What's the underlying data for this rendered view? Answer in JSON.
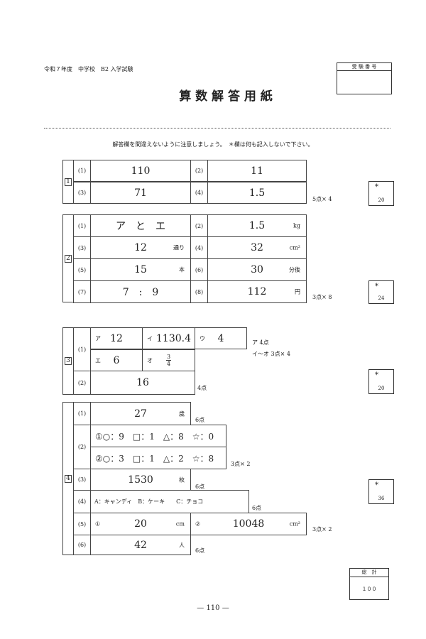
{
  "header": {
    "exam": "令和７年度　中学校　B2 入学試験",
    "title": "算 数 解 答 用 紙",
    "exam_number_label": "受 験 番 号",
    "note": "解答欄を間違えないように注意しましょう。　＊欄は何も記入しないで下さい。"
  },
  "s1": {
    "num": "1",
    "q": [
      {
        "l": "(1)",
        "a": "110"
      },
      {
        "l": "(2)",
        "a": "11"
      },
      {
        "l": "(3)",
        "a": "71"
      },
      {
        "l": "(4)",
        "a": "1.5"
      }
    ],
    "pts": "5点× 4",
    "star": "*",
    "score": "20"
  },
  "s2": {
    "num": "2",
    "q": [
      {
        "l": "(1)",
        "a": "ア　と　エ",
        "u": ""
      },
      {
        "l": "(2)",
        "a": "1.5",
        "u": "kg"
      },
      {
        "l": "(3)",
        "a": "12",
        "u": "通り"
      },
      {
        "l": "(4)",
        "a": "32",
        "u": "cm²"
      },
      {
        "l": "(5)",
        "a": "15",
        "u": "本"
      },
      {
        "l": "(6)",
        "a": "30",
        "u": "分後"
      },
      {
        "l": "(7)",
        "a": "7　:　9",
        "u": ""
      },
      {
        "l": "(8)",
        "a": "112",
        "u": "円"
      }
    ],
    "pts": "3点× 8",
    "star": "*",
    "score": "24"
  },
  "s3": {
    "num": "3",
    "l1": "(1)",
    "l2": "(2)",
    "a_k": "ア",
    "a": "12",
    "i_k": "イ",
    "i": "1130.4",
    "u_k": "ウ",
    "u": "4",
    "e_k": "エ",
    "e": "6",
    "o_k": "オ",
    "o_n": "3",
    "o_d": "4",
    "q2": "16",
    "pts1": "ア 4点",
    "pts2": "イ～オ 3点× 4",
    "pts3": "4点",
    "star": "*",
    "score": "20"
  },
  "s4": {
    "num": "4",
    "q1": {
      "l": "(1)",
      "a": "27",
      "u": "歳"
    },
    "q2": {
      "l": "(2)",
      "r1": "①○：9　□：1　△：8　☆：0",
      "r2": "②○：3　□：1　△：2　☆：8"
    },
    "q3": {
      "l": "(3)",
      "a": "1530",
      "u": "枚"
    },
    "q4": {
      "l": "(4)",
      "a": "A：キャンディ　B：ケーキ　　C：チョコ"
    },
    "q5": {
      "l": "(5)",
      "m1": "①",
      "a1": "20",
      "u1": "cm",
      "m2": "②",
      "a2": "10048",
      "u2": "cm²"
    },
    "q6": {
      "l": "(6)",
      "a": "42",
      "u": "人"
    },
    "pts": [
      "6点",
      "3点× 2",
      "6点",
      "6点",
      "3点× 2",
      "6点"
    ],
    "star": "*",
    "score": "36"
  },
  "total": {
    "label": "総　計",
    "value": "１００"
  },
  "page": "— 110 —"
}
